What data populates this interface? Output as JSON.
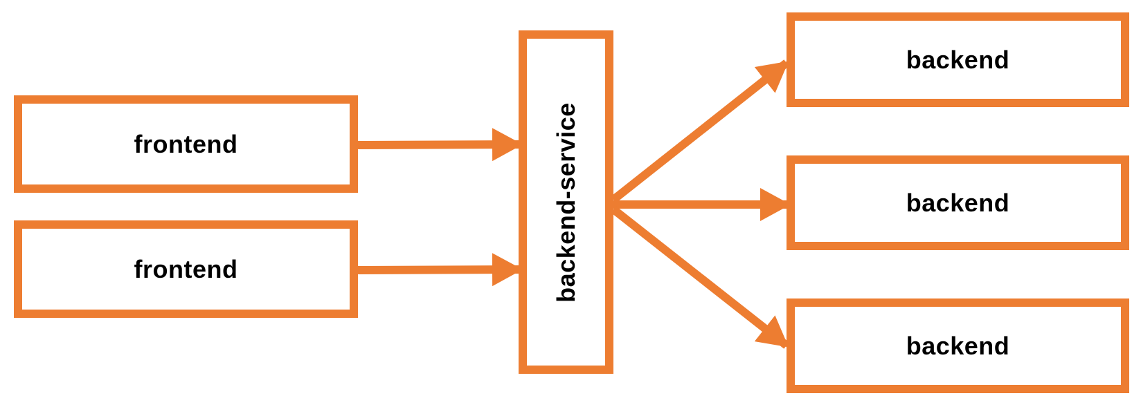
{
  "colors": {
    "accent": "#ED7D31",
    "text": "#000000",
    "background": "#FFFFFF"
  },
  "frontends": [
    {
      "label": "frontend"
    },
    {
      "label": "frontend"
    }
  ],
  "service": {
    "label": "backend-service"
  },
  "backends": [
    {
      "label": "backend"
    },
    {
      "label": "backend"
    },
    {
      "label": "backend"
    }
  ]
}
